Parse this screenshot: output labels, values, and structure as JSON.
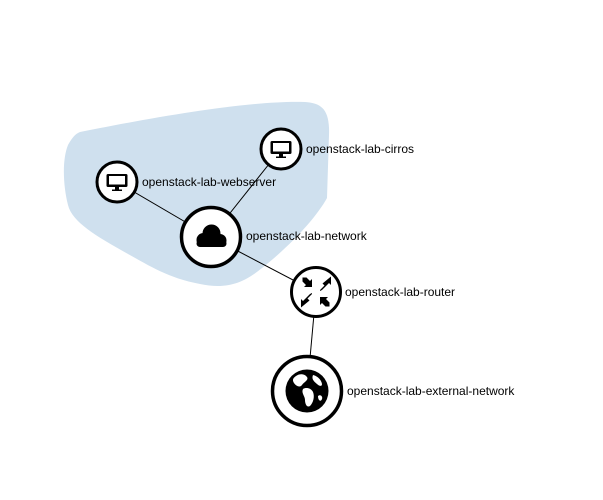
{
  "topology": {
    "colors": {
      "network_area": "#cfe0ee",
      "node_stroke": "#000000",
      "node_fill": "#ffffff",
      "link": "#000000"
    },
    "nodes": [
      {
        "id": "cirros",
        "label": "openstack-lab-cirros",
        "icon": "monitor-icon",
        "kind": "instance"
      },
      {
        "id": "webserver",
        "label": "openstack-lab-webserver",
        "icon": "monitor-icon",
        "kind": "instance"
      },
      {
        "id": "network",
        "label": "openstack-lab-network",
        "icon": "cloud-icon",
        "kind": "network"
      },
      {
        "id": "router",
        "label": "openstack-lab-router",
        "icon": "router-arrows-icon",
        "kind": "router"
      },
      {
        "id": "external",
        "label": "openstack-lab-external-network",
        "icon": "globe-icon",
        "kind": "external-network"
      }
    ],
    "links": [
      {
        "from": "webserver",
        "to": "network"
      },
      {
        "from": "cirros",
        "to": "network"
      },
      {
        "from": "network",
        "to": "router"
      },
      {
        "from": "router",
        "to": "external"
      }
    ]
  }
}
